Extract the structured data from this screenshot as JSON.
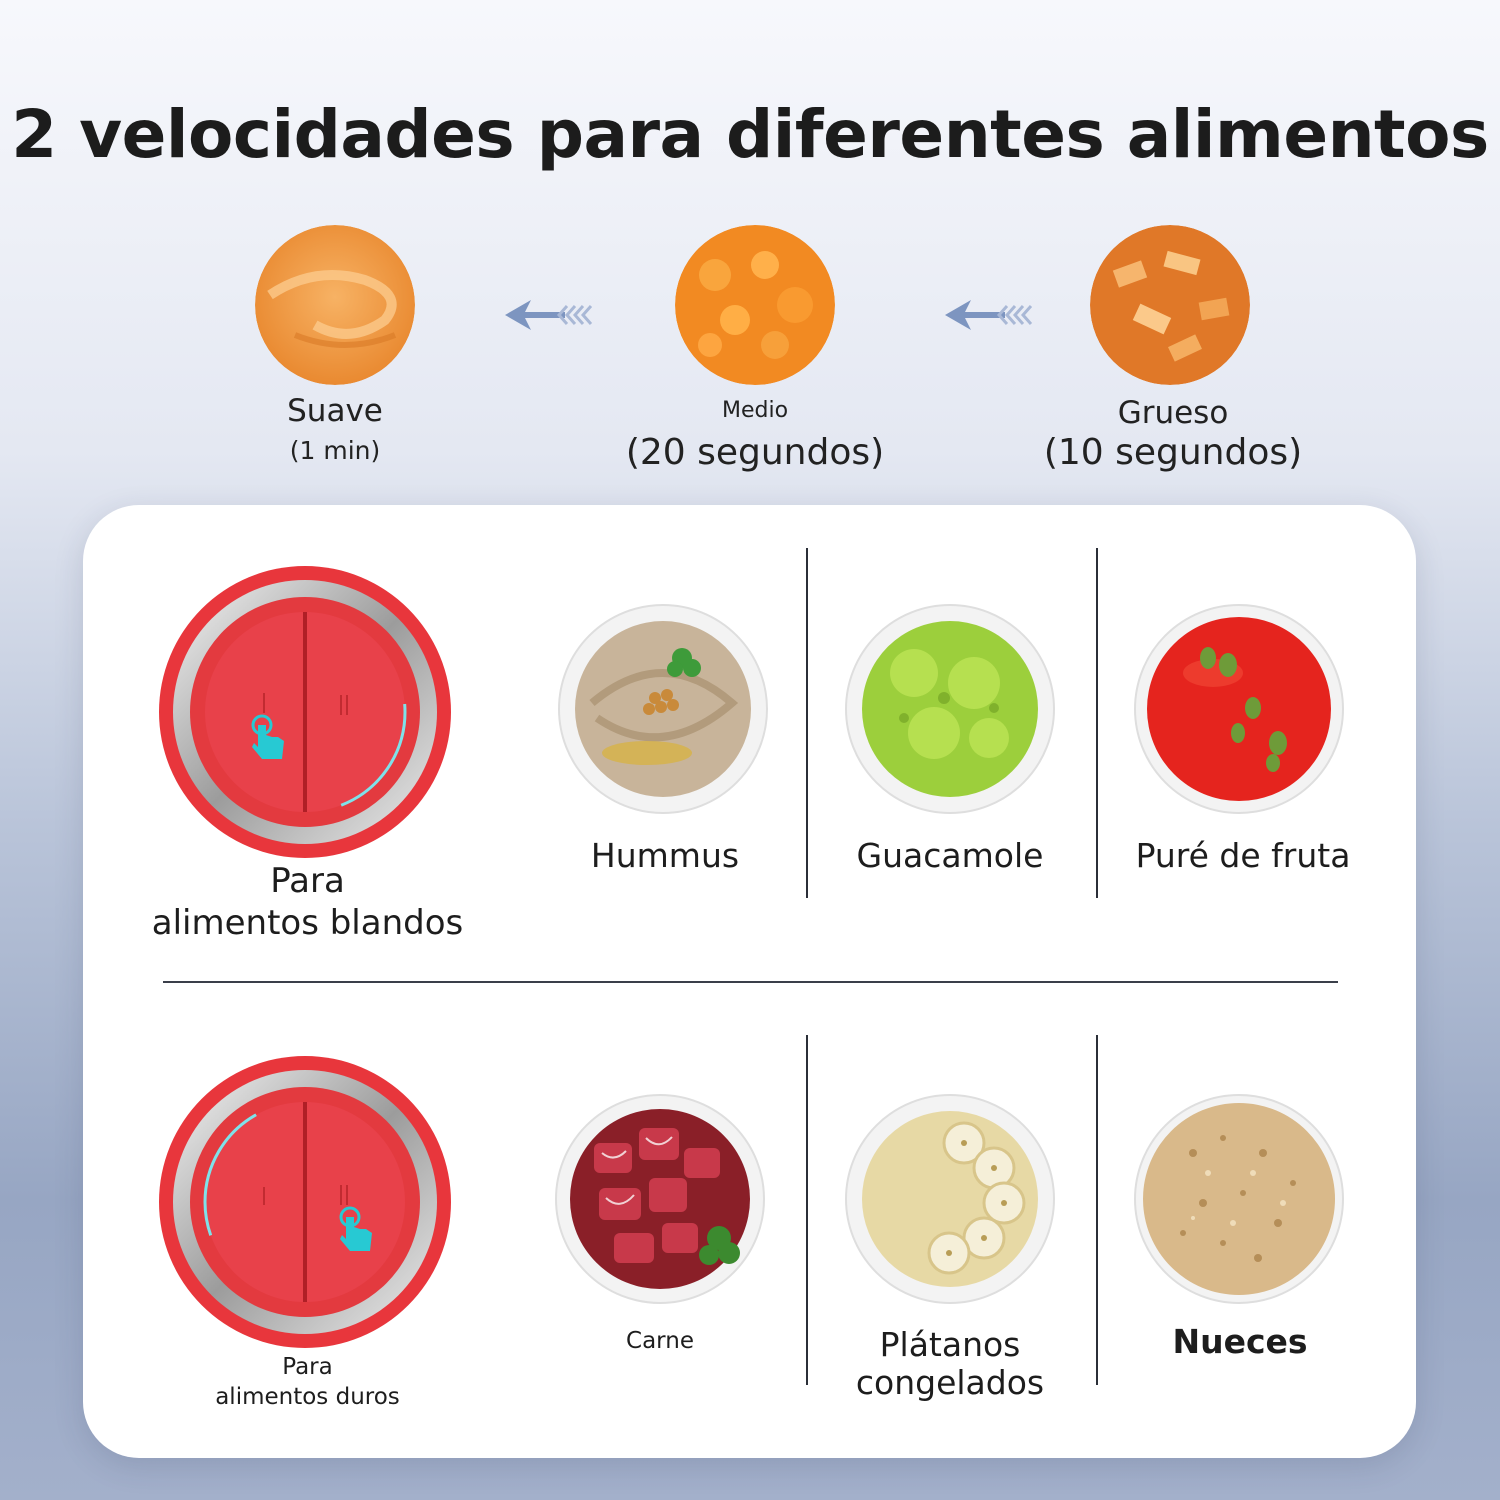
{
  "headline": "2 velocidades para diferentes alimentos",
  "textures": [
    {
      "name": "Suave",
      "time": "(1 min)"
    },
    {
      "name": "Medio",
      "time": "(20 segundos)"
    },
    {
      "name": "Grueso",
      "time": "(10 segundos)"
    }
  ],
  "modes": [
    {
      "label_line1": "Para",
      "label_line2": "alimentos blandos",
      "foods": [
        "Hummus",
        "Guacamole",
        "Puré de fruta"
      ]
    },
    {
      "label_line1": "Para",
      "label_line2": "alimentos duros",
      "foods": [
        "Carne",
        "Plátanos congelados",
        "Nueces"
      ]
    }
  ],
  "colors": {
    "accent_red": "#e8363c",
    "touch_icon": "#27c9d3",
    "arrow": "#7d95c0"
  },
  "icons": [
    "arrow-left-icon",
    "touch-finger-icon"
  ]
}
